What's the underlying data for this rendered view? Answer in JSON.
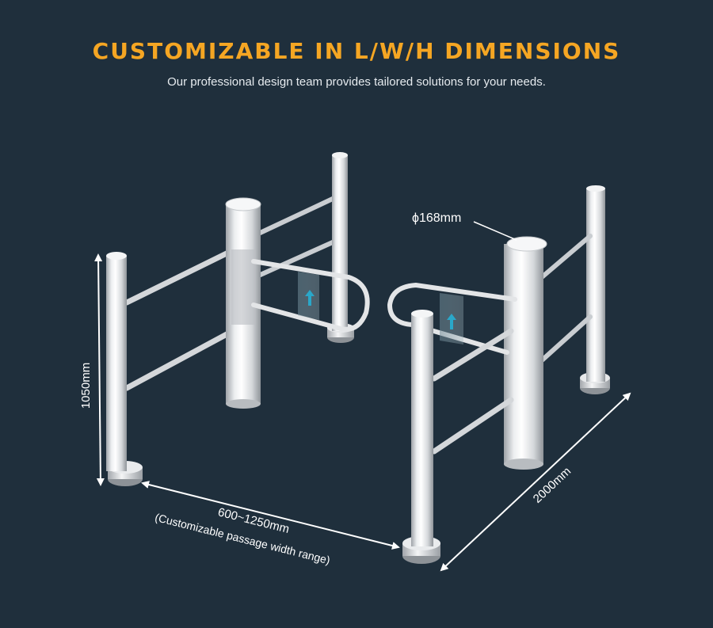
{
  "header": {
    "title": "CUSTOMIZABLE IN L/W/H DIMENSIONS",
    "subtitle": "Our professional design team provides tailored solutions for your needs."
  },
  "dimensions": {
    "height": "1050mm",
    "length": "2000mm",
    "width": "600~1250mm",
    "width_note": "(Customizable passage width range)",
    "diameter": "ϕ168mm"
  },
  "colors": {
    "background": "#1f2f3c",
    "title": "#f5a623",
    "arrow_sign": "#2aa7c9"
  }
}
